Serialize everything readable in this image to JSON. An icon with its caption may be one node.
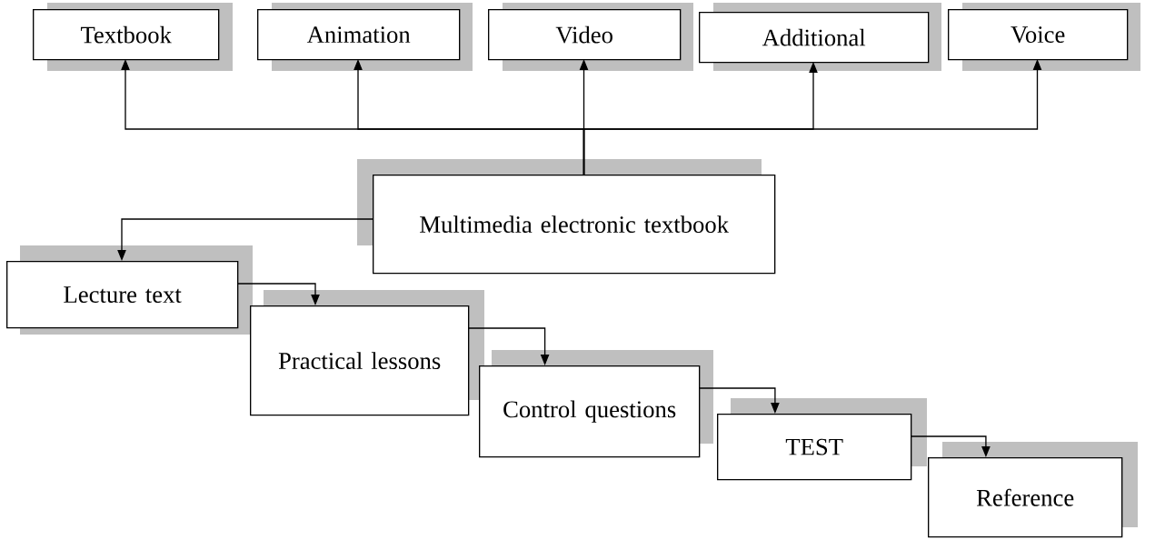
{
  "diagram": {
    "nodes": [
      {
        "text": [
          "Textbook"
        ]
      },
      {
        "text": [
          "Animation"
        ]
      },
      {
        "text": [
          "Video"
        ]
      },
      {
        "text": [
          "Additional"
        ]
      },
      {
        "text": [
          "Voice"
        ]
      },
      {
        "text": [
          "Multimedia electronic textbook"
        ]
      },
      {
        "text": [
          "Lecture text"
        ]
      },
      {
        "text": [
          "Practical lessons"
        ]
      },
      {
        "text": [
          "Control questions"
        ]
      },
      {
        "text": [
          "TEST"
        ]
      },
      {
        "text": [
          "Reference"
        ]
      }
    ],
    "edges": [
      {
        "from": 5,
        "to": 0,
        "arrow": "to"
      },
      {
        "from": 5,
        "to": 1,
        "arrow": "to"
      },
      {
        "from": 5,
        "to": 2,
        "arrow": "to"
      },
      {
        "from": 5,
        "to": 3,
        "arrow": "to"
      },
      {
        "from": 5,
        "to": 4,
        "arrow": "to"
      },
      {
        "from": 5,
        "to": 6,
        "arrow": "to"
      },
      {
        "from": 6,
        "to": 7,
        "arrow": "to"
      },
      {
        "from": 7,
        "to": 8,
        "arrow": "to"
      },
      {
        "from": 8,
        "to": 9,
        "arrow": "to"
      },
      {
        "from": 9,
        "to": 10,
        "arrow": "to"
      }
    ]
  }
}
